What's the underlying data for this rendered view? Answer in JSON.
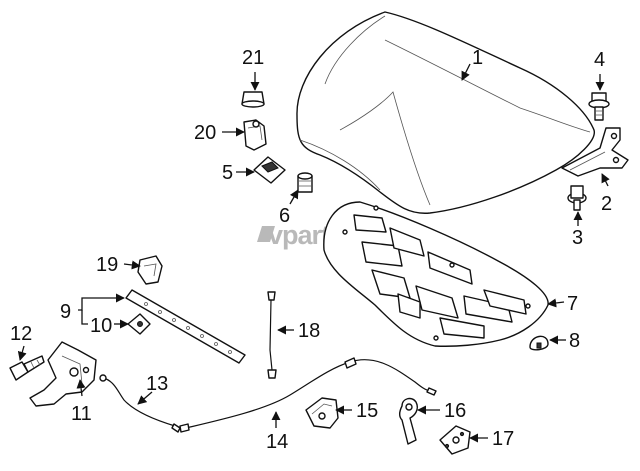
{
  "watermark": {
    "text": "vparts"
  },
  "callouts": [
    {
      "id": "1",
      "label": "1"
    },
    {
      "id": "2",
      "label": "2"
    },
    {
      "id": "3",
      "label": "3"
    },
    {
      "id": "4",
      "label": "4"
    },
    {
      "id": "5",
      "label": "5"
    },
    {
      "id": "6",
      "label": "6"
    },
    {
      "id": "7",
      "label": "7"
    },
    {
      "id": "8",
      "label": "8"
    },
    {
      "id": "9",
      "label": "9"
    },
    {
      "id": "10",
      "label": "10"
    },
    {
      "id": "11",
      "label": "11"
    },
    {
      "id": "12",
      "label": "12"
    },
    {
      "id": "13",
      "label": "13"
    },
    {
      "id": "14",
      "label": "14"
    },
    {
      "id": "15",
      "label": "15"
    },
    {
      "id": "16",
      "label": "16"
    },
    {
      "id": "17",
      "label": "17"
    },
    {
      "id": "18",
      "label": "18"
    },
    {
      "id": "19",
      "label": "19"
    },
    {
      "id": "20",
      "label": "20"
    },
    {
      "id": "21",
      "label": "21"
    }
  ]
}
